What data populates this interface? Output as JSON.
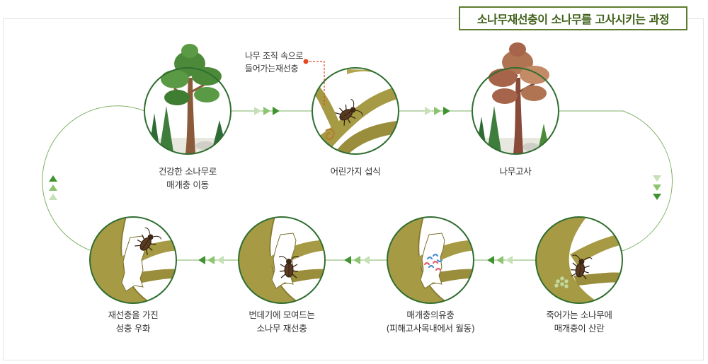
{
  "title": "소나무재선충이 소나무를 고사시키는 과정",
  "colors": {
    "accent": "#5d7d2e",
    "line": "#7cb264",
    "wood": "#a79a45",
    "bark_dark": "#6a5c3a",
    "foliage_green": "#4c8a3a",
    "foliage_brown": "#a6644a",
    "callout": "#e3481f"
  },
  "callout": {
    "line1": "나무 조직 속으로",
    "line2": "들어가는재선충"
  },
  "stages": [
    {
      "line1": "건강한 소나무로",
      "line2": "매개충 이동",
      "icon": "healthy-pine-tree"
    },
    {
      "line1": "어린가지 섭식",
      "line2": "",
      "icon": "beetle-feeding-on-twig"
    },
    {
      "line1": "나무고사",
      "line2": "",
      "icon": "dead-pine-tree"
    },
    {
      "line1": "죽어가는 소나무에",
      "line2": "매개충이 산란",
      "icon": "beetle-laying-eggs"
    },
    {
      "line1": "매개충의유충",
      "line2": "(피해고사목내에서 월동)",
      "icon": "larvae-in-wood"
    },
    {
      "line1": "번데기에 모여드는",
      "line2": "소나무 재선충",
      "icon": "pupa-in-wood"
    },
    {
      "line1": "재선충을 가진",
      "line2": "성충 우화",
      "icon": "adult-beetle-emerging"
    }
  ]
}
